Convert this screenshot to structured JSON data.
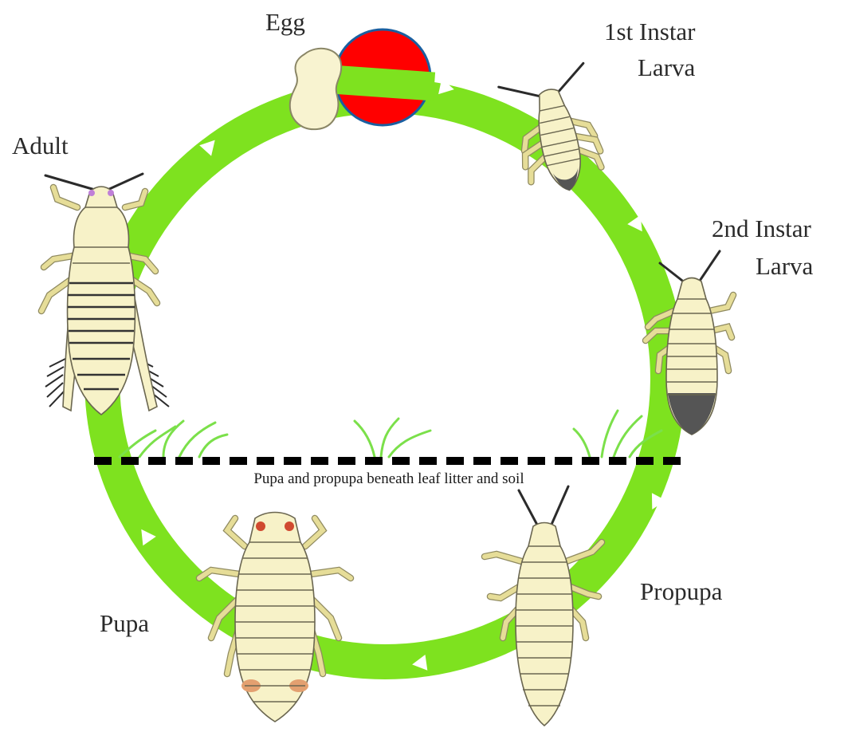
{
  "diagram": {
    "stages": [
      {
        "id": "egg",
        "label": "Egg"
      },
      {
        "id": "larva1",
        "label_line1": "1st Instar",
        "label_line2": "Larva"
      },
      {
        "id": "larva2",
        "label_line1": "2nd Instar",
        "label_line2": "Larva"
      },
      {
        "id": "propupa",
        "label": "Propupa"
      },
      {
        "id": "pupa",
        "label": "Pupa"
      },
      {
        "id": "adult",
        "label": "Adult"
      }
    ],
    "ground_note": "Pupa and propupa beneath leaf litter and soil",
    "colors": {
      "cycle_ring": "#7ee21f",
      "arrow": "#ffffff",
      "egg": "#f8f3d0",
      "highlight_circle": "#ff0000",
      "highlight_outline": "#1a5fa0",
      "insect_body": "#f7f2c8",
      "ground_line": "#000000"
    }
  }
}
